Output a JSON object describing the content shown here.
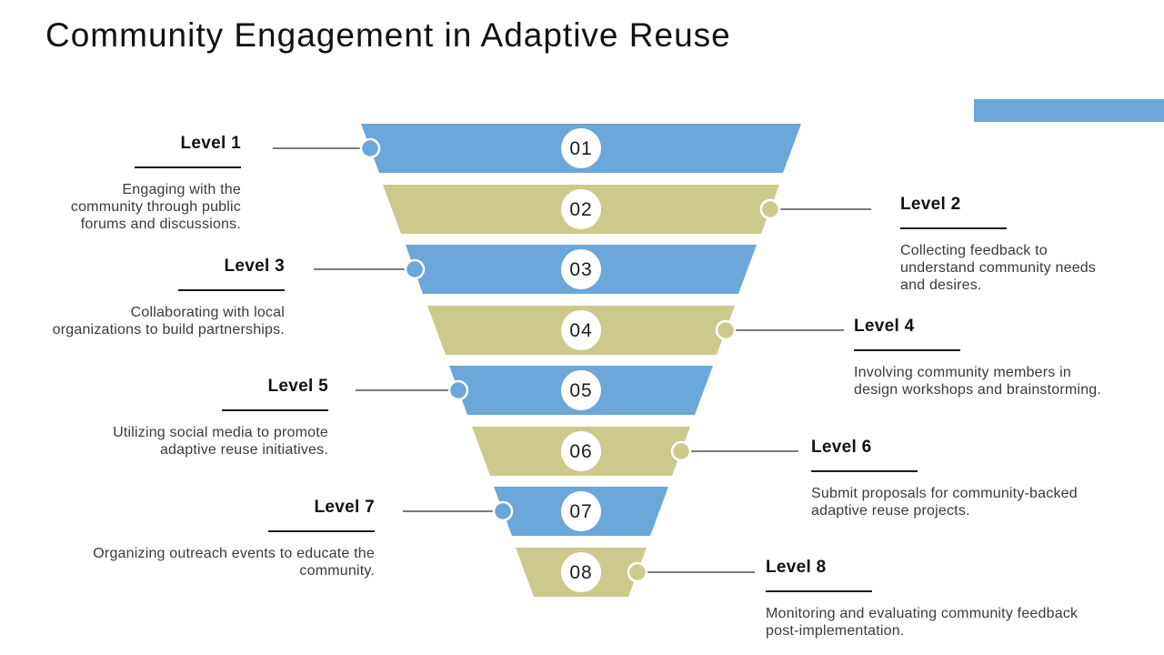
{
  "title": "Community Engagement in Adaptive Reuse",
  "colors": {
    "blue": "#6BA7D8",
    "olive": "#CCC98D"
  },
  "levels": [
    {
      "num": "01",
      "label": "Level 1",
      "side": "left",
      "desc": "Engaging with the\ncommunity through public\nforums and discussions."
    },
    {
      "num": "02",
      "label": "Level 2",
      "side": "right",
      "desc": "Collecting feedback to\nunderstand community needs\nand desires."
    },
    {
      "num": "03",
      "label": "Level 3",
      "side": "left",
      "desc": "Collaborating with local\norganizations to build partnerships."
    },
    {
      "num": "04",
      "label": "Level 4",
      "side": "right",
      "desc": "Involving community members in\ndesign workshops and brainstorming."
    },
    {
      "num": "05",
      "label": "Level 5",
      "side": "left",
      "desc": "Utilizing social media to promote\nadaptive reuse initiatives."
    },
    {
      "num": "06",
      "label": "Level 6",
      "side": "right",
      "desc": "Submit proposals for community-backed\nadaptive reuse projects."
    },
    {
      "num": "07",
      "label": "Level 7",
      "side": "left",
      "desc": "Organizing outreach events to educate the\ncommunity."
    },
    {
      "num": "08",
      "label": "Level 8",
      "side": "right",
      "desc": "Monitoring and evaluating community feedback\npost-implementation."
    }
  ]
}
